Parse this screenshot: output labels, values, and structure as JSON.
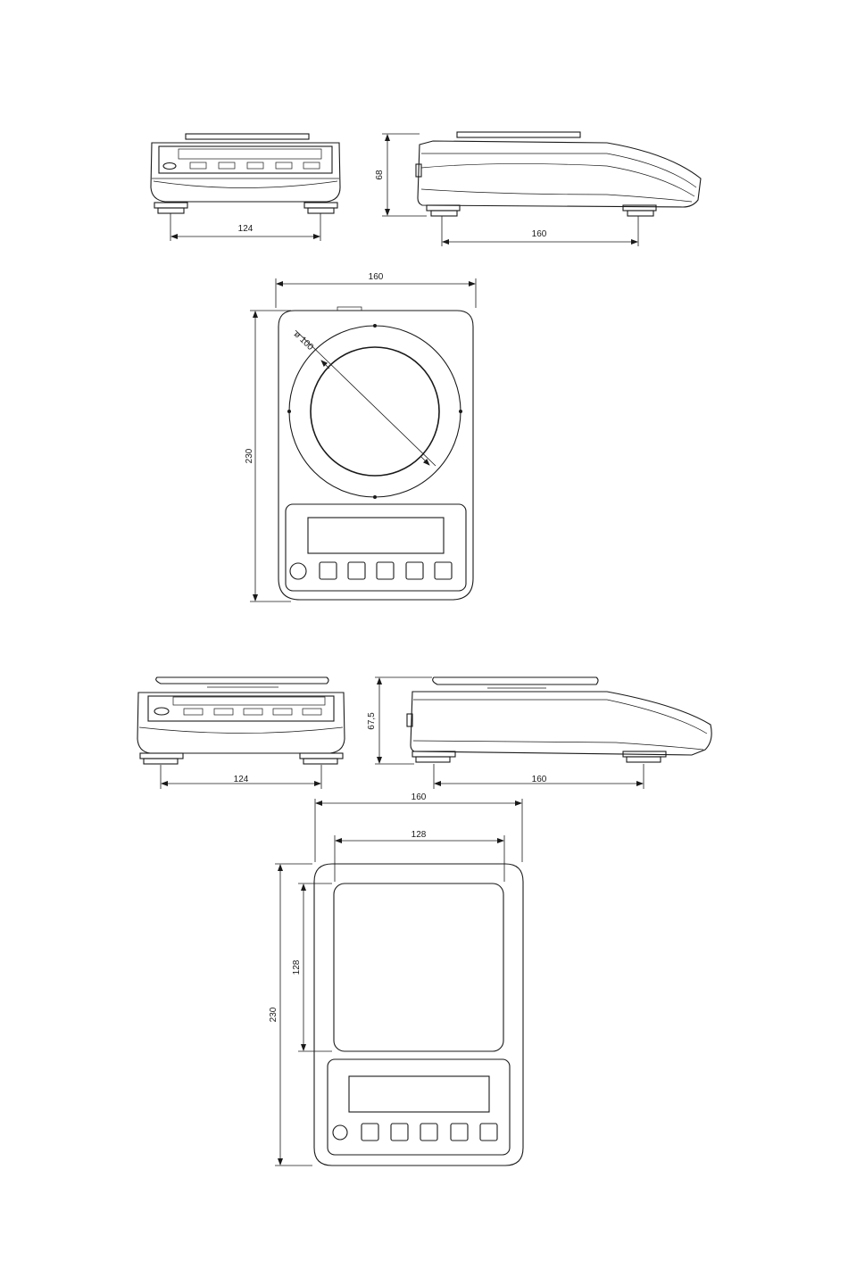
{
  "figure_1": {
    "front_view": {
      "width_dim": "124"
    },
    "side_view": {
      "height_dim": "68",
      "depth_dim": "160"
    },
    "top_view": {
      "width_dim": "160",
      "height_dim": "230",
      "pan_diameter_dim": "ø 100"
    }
  },
  "figure_2": {
    "front_view": {
      "width_dim": "124"
    },
    "side_view": {
      "height_dim": "67,5",
      "depth_dim": "160"
    },
    "top_view": {
      "width_dim": "160",
      "pan_width_dim": "128",
      "pan_depth_dim": "128",
      "height_dim": "230"
    }
  }
}
